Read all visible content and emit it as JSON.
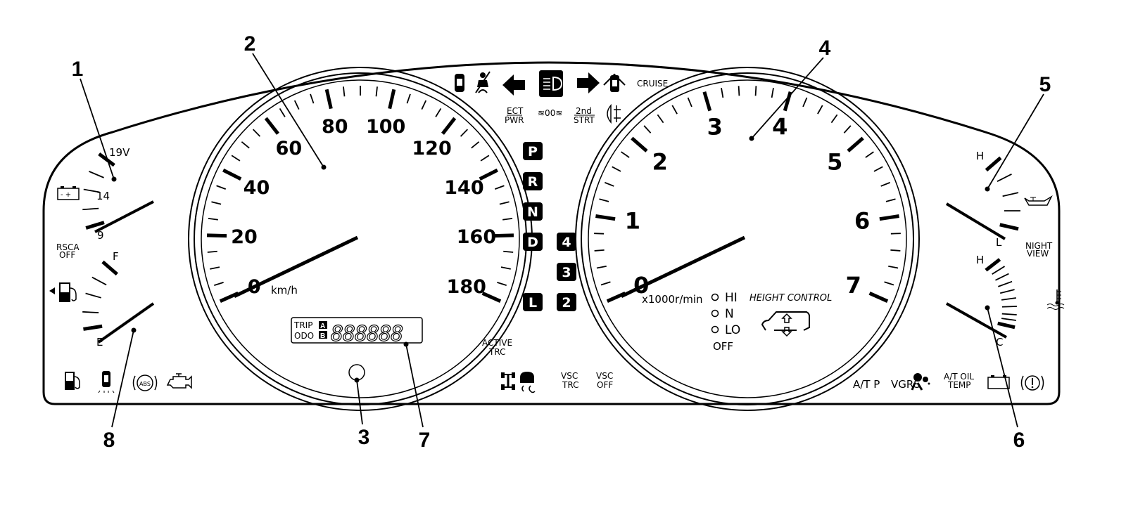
{
  "title": "Instrument cluster",
  "callouts": [
    "1",
    "2",
    "3",
    "4",
    "5",
    "6",
    "7",
    "8"
  ],
  "speedometer": {
    "labels": [
      "0",
      "20",
      "40",
      "60",
      "80",
      "100",
      "120",
      "140",
      "160",
      "180"
    ],
    "min": 0,
    "max": 180,
    "unit": "km/h",
    "needle_value": 0
  },
  "tachometer": {
    "labels": [
      "0",
      "1",
      "2",
      "3",
      "4",
      "5",
      "6",
      "7"
    ],
    "min": 0,
    "max": 7,
    "unit": "x1000r/min",
    "needle_value": 0
  },
  "voltmeter": {
    "high_label": "19V",
    "mid_label": "14",
    "low_label": "9",
    "icon": "battery-icon"
  },
  "fuel": {
    "full_label": "F",
    "empty_label": "E",
    "icon": "fuel-pump-icon"
  },
  "oil_pressure": {
    "high_label": "H",
    "low_label": "L",
    "icon": "oil-can-icon"
  },
  "coolant_temp": {
    "high_label": "H",
    "low_label": "C",
    "icon": "coolant-temp-icon"
  },
  "top_indicators": {
    "cruise": "CRUISE",
    "ect_top": "ECT",
    "ect_bottom": "PWR",
    "second_top": "2nd",
    "second_bottom": "STRT"
  },
  "side_labels": {
    "rsca_top": "RSCA",
    "rsca_bottom": "OFF",
    "night_top": "NIGHT",
    "night_bottom": "VIEW",
    "active_top": "ACTIVE",
    "active_bottom": "TRC"
  },
  "gears": {
    "p": "P",
    "r": "R",
    "n": "N",
    "d": "D",
    "l": "L",
    "four": "4",
    "three": "3",
    "two": "2"
  },
  "odometer": {
    "trip": "TRIP",
    "odo": "ODO",
    "a": "A",
    "b": "B",
    "digits": "888888"
  },
  "height_control": {
    "title": "HEIGHT CONTROL",
    "hi": "HI",
    "n": "N",
    "lo": "LO",
    "off": "OFF"
  },
  "bottom_indicators": {
    "vsc_trc_top": "VSC",
    "vsc_trc_bottom": "TRC",
    "vsc_off_top": "VSC",
    "vsc_off_bottom": "OFF",
    "abs": "ABS",
    "atp": "A/T P",
    "vgrs": "VGRS",
    "atoil_top": "A/T OIL",
    "atoil_bottom": "TEMP"
  }
}
